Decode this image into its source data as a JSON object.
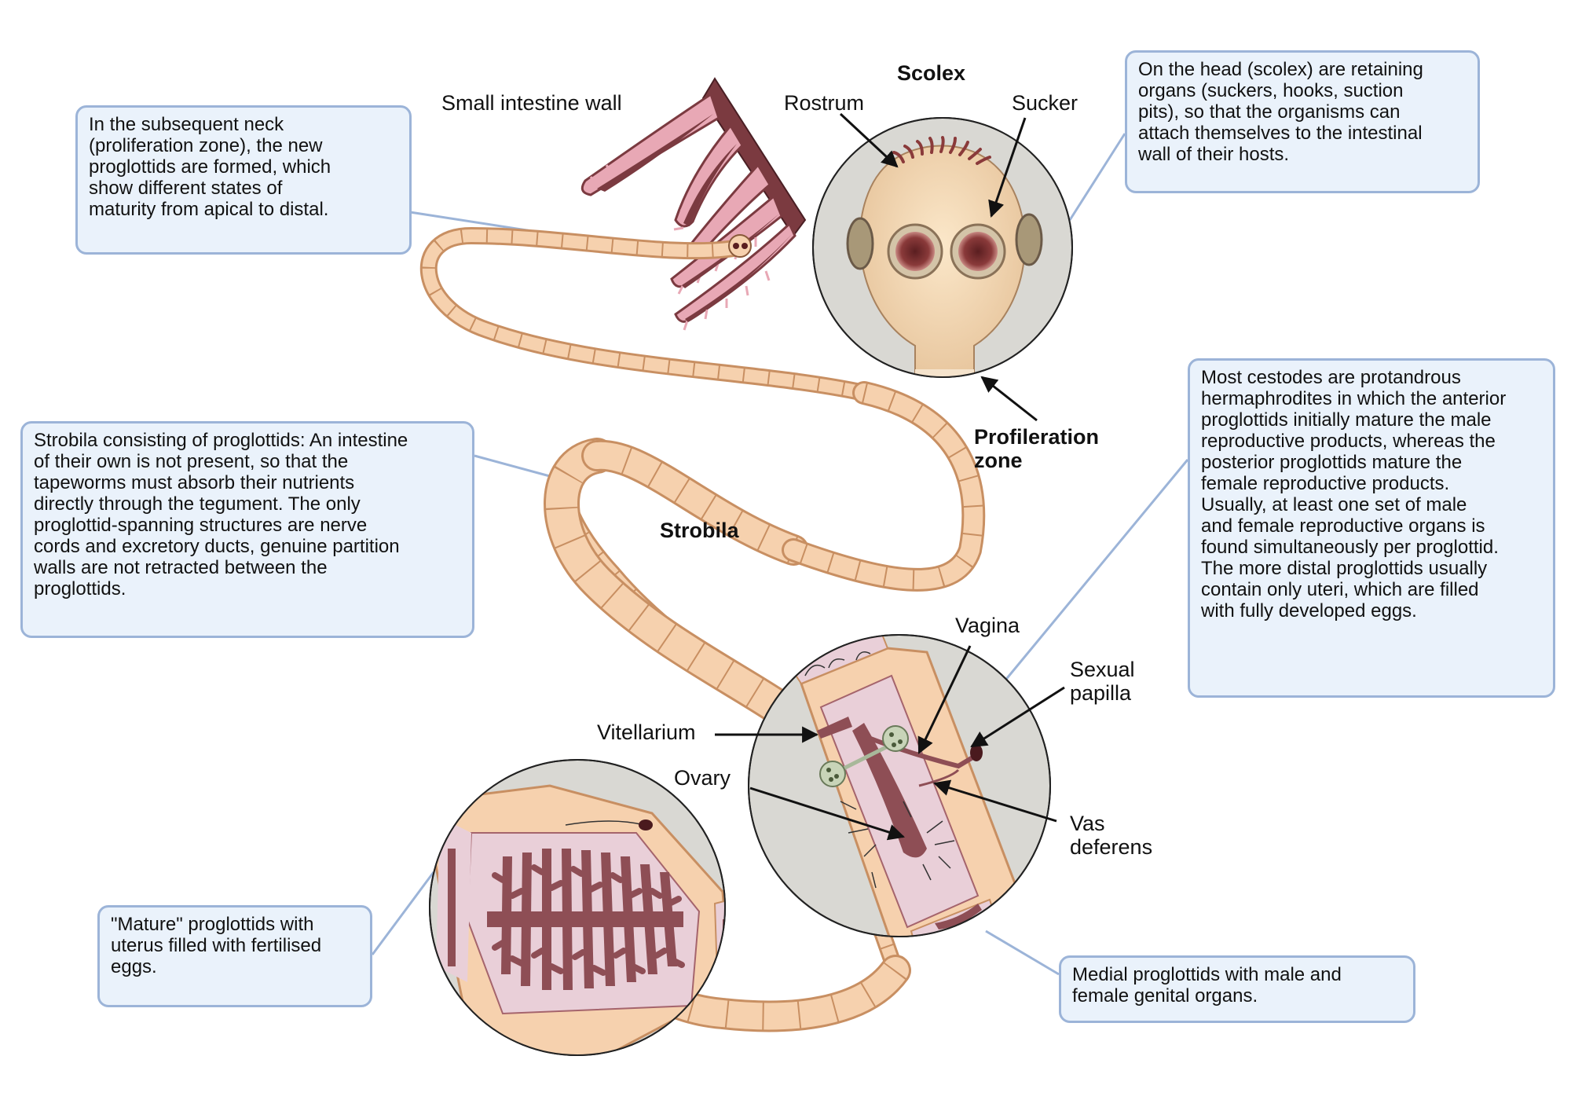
{
  "labels": {
    "small_intestine_wall": "Small intestine wall",
    "scolex": "Scolex",
    "rostrum": "Rostrum",
    "sucker": "Sucker",
    "proliferation_zone_1": "Profileration",
    "proliferation_zone_2": "zone",
    "strobila": "Strobila",
    "vagina": "Vagina",
    "sexual_papilla_1": "Sexual",
    "sexual_papilla_2": "papilla",
    "vitellarium": "Vitellarium",
    "ovary": "Ovary",
    "vas_deferens_1": "Vas",
    "vas_deferens_2": "deferens"
  },
  "boxes": {
    "neck_lines": [
      "In the subsequent neck",
      "(proliferation zone), the new",
      "proglottids are formed, which",
      "show different states of",
      "maturity from apical to distal."
    ],
    "scolex_lines": [
      "On the head (scolex) are retaining",
      "organs (suckers, hooks, suction",
      "pits), so that the organisms can",
      "attach themselves to the intestinal",
      "wall of their hosts."
    ],
    "strobila_lines": [
      "Strobila consisting of proglottids: An intestine",
      "of their own is not present, so that the",
      "tapeworms must absorb their nutrients",
      "directly through the tegument. The only",
      "proglottid-spanning structures are nerve",
      "cords and excretory ducts, genuine partition",
      "walls are not retracted between the",
      "proglottids."
    ],
    "hermaphrodite_lines": [
      "Most cestodes are protandrous",
      "hermaphrodites in which the anterior",
      "proglottids initially mature the male",
      "reproductive products, whereas the",
      "posterior proglottids mature the",
      "female reproductive products.",
      "Usually, at least one set of male",
      "and female reproductive organs is",
      "found simultaneously per proglottid.",
      "The more distal proglottids usually",
      "contain only uteri, which are filled",
      "with fully developed eggs."
    ],
    "mature_lines": [
      "\"Mature\" proglottids with",
      "uterus filled with fertilised",
      "eggs."
    ],
    "medial_lines": [
      "Medial proglottids with male and",
      "female genital organs."
    ]
  },
  "colors": {
    "box_fill": "#eaf2fb",
    "box_border": "#9cb4d8",
    "segment": "#f6d1ae",
    "segment_edge": "#c88f62",
    "tissue": "#8e4e55",
    "tissue_pink": "#e8a8b5",
    "circle_bg": "#d9d8d3"
  }
}
